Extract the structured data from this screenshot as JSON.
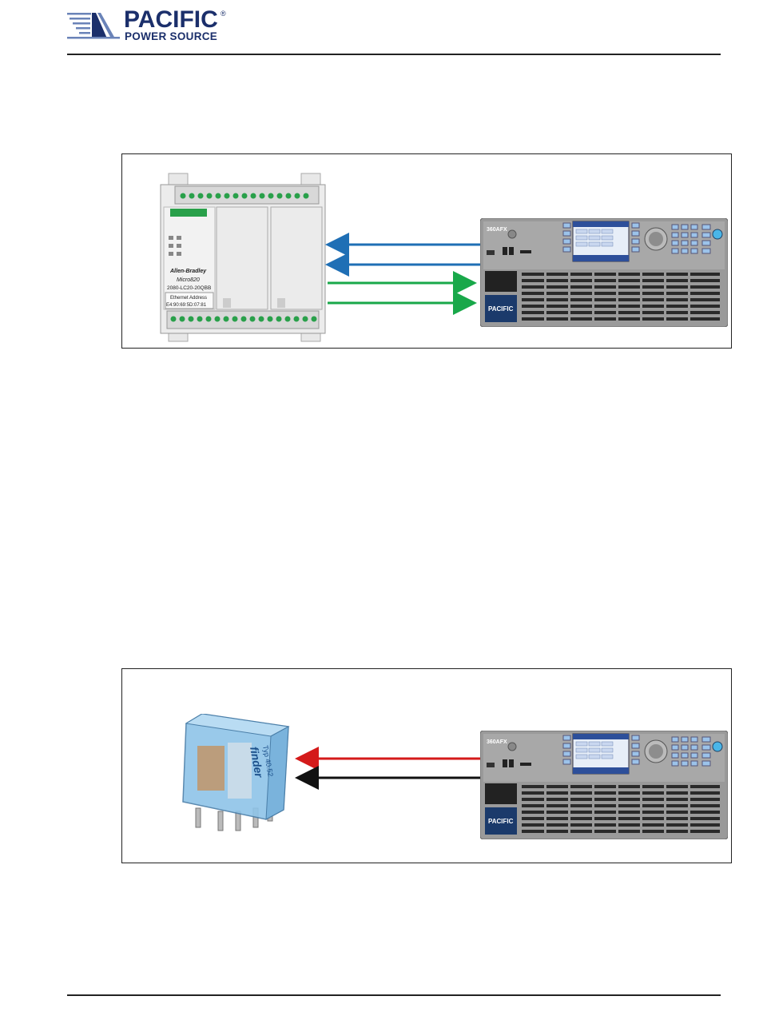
{
  "header": {
    "logo_name": "PACIFIC",
    "logo_registered": "®",
    "logo_subtitle": "POWER SOURCE"
  },
  "figure1": {
    "plc": {
      "brand": "Allen-Bradley",
      "model_name": "Micro820",
      "part_number": "2080-LC20-20QBB",
      "ethernet_title": "Ethernet Address",
      "ethernet_value": "E4:90:69:5D:07:81"
    },
    "arrows": [
      {
        "direction": "to-plc",
        "color": "#1f6fb5"
      },
      {
        "direction": "to-plc",
        "color": "#1f6fb5"
      },
      {
        "direction": "to-psu",
        "color": "#19a84a"
      },
      {
        "direction": "to-psu",
        "color": "#19a84a"
      }
    ],
    "psu": {
      "model": "360AFX",
      "badge": "PACIFIC"
    }
  },
  "figure2": {
    "relay": {
      "brand": "finder",
      "series": "Typ 40.52"
    },
    "arrows": [
      {
        "direction": "to-relay",
        "color": "#d41a1a"
      },
      {
        "direction": "to-relay",
        "color": "#111111"
      }
    ],
    "psu": {
      "model": "360AFX",
      "badge": "PACIFIC"
    }
  }
}
